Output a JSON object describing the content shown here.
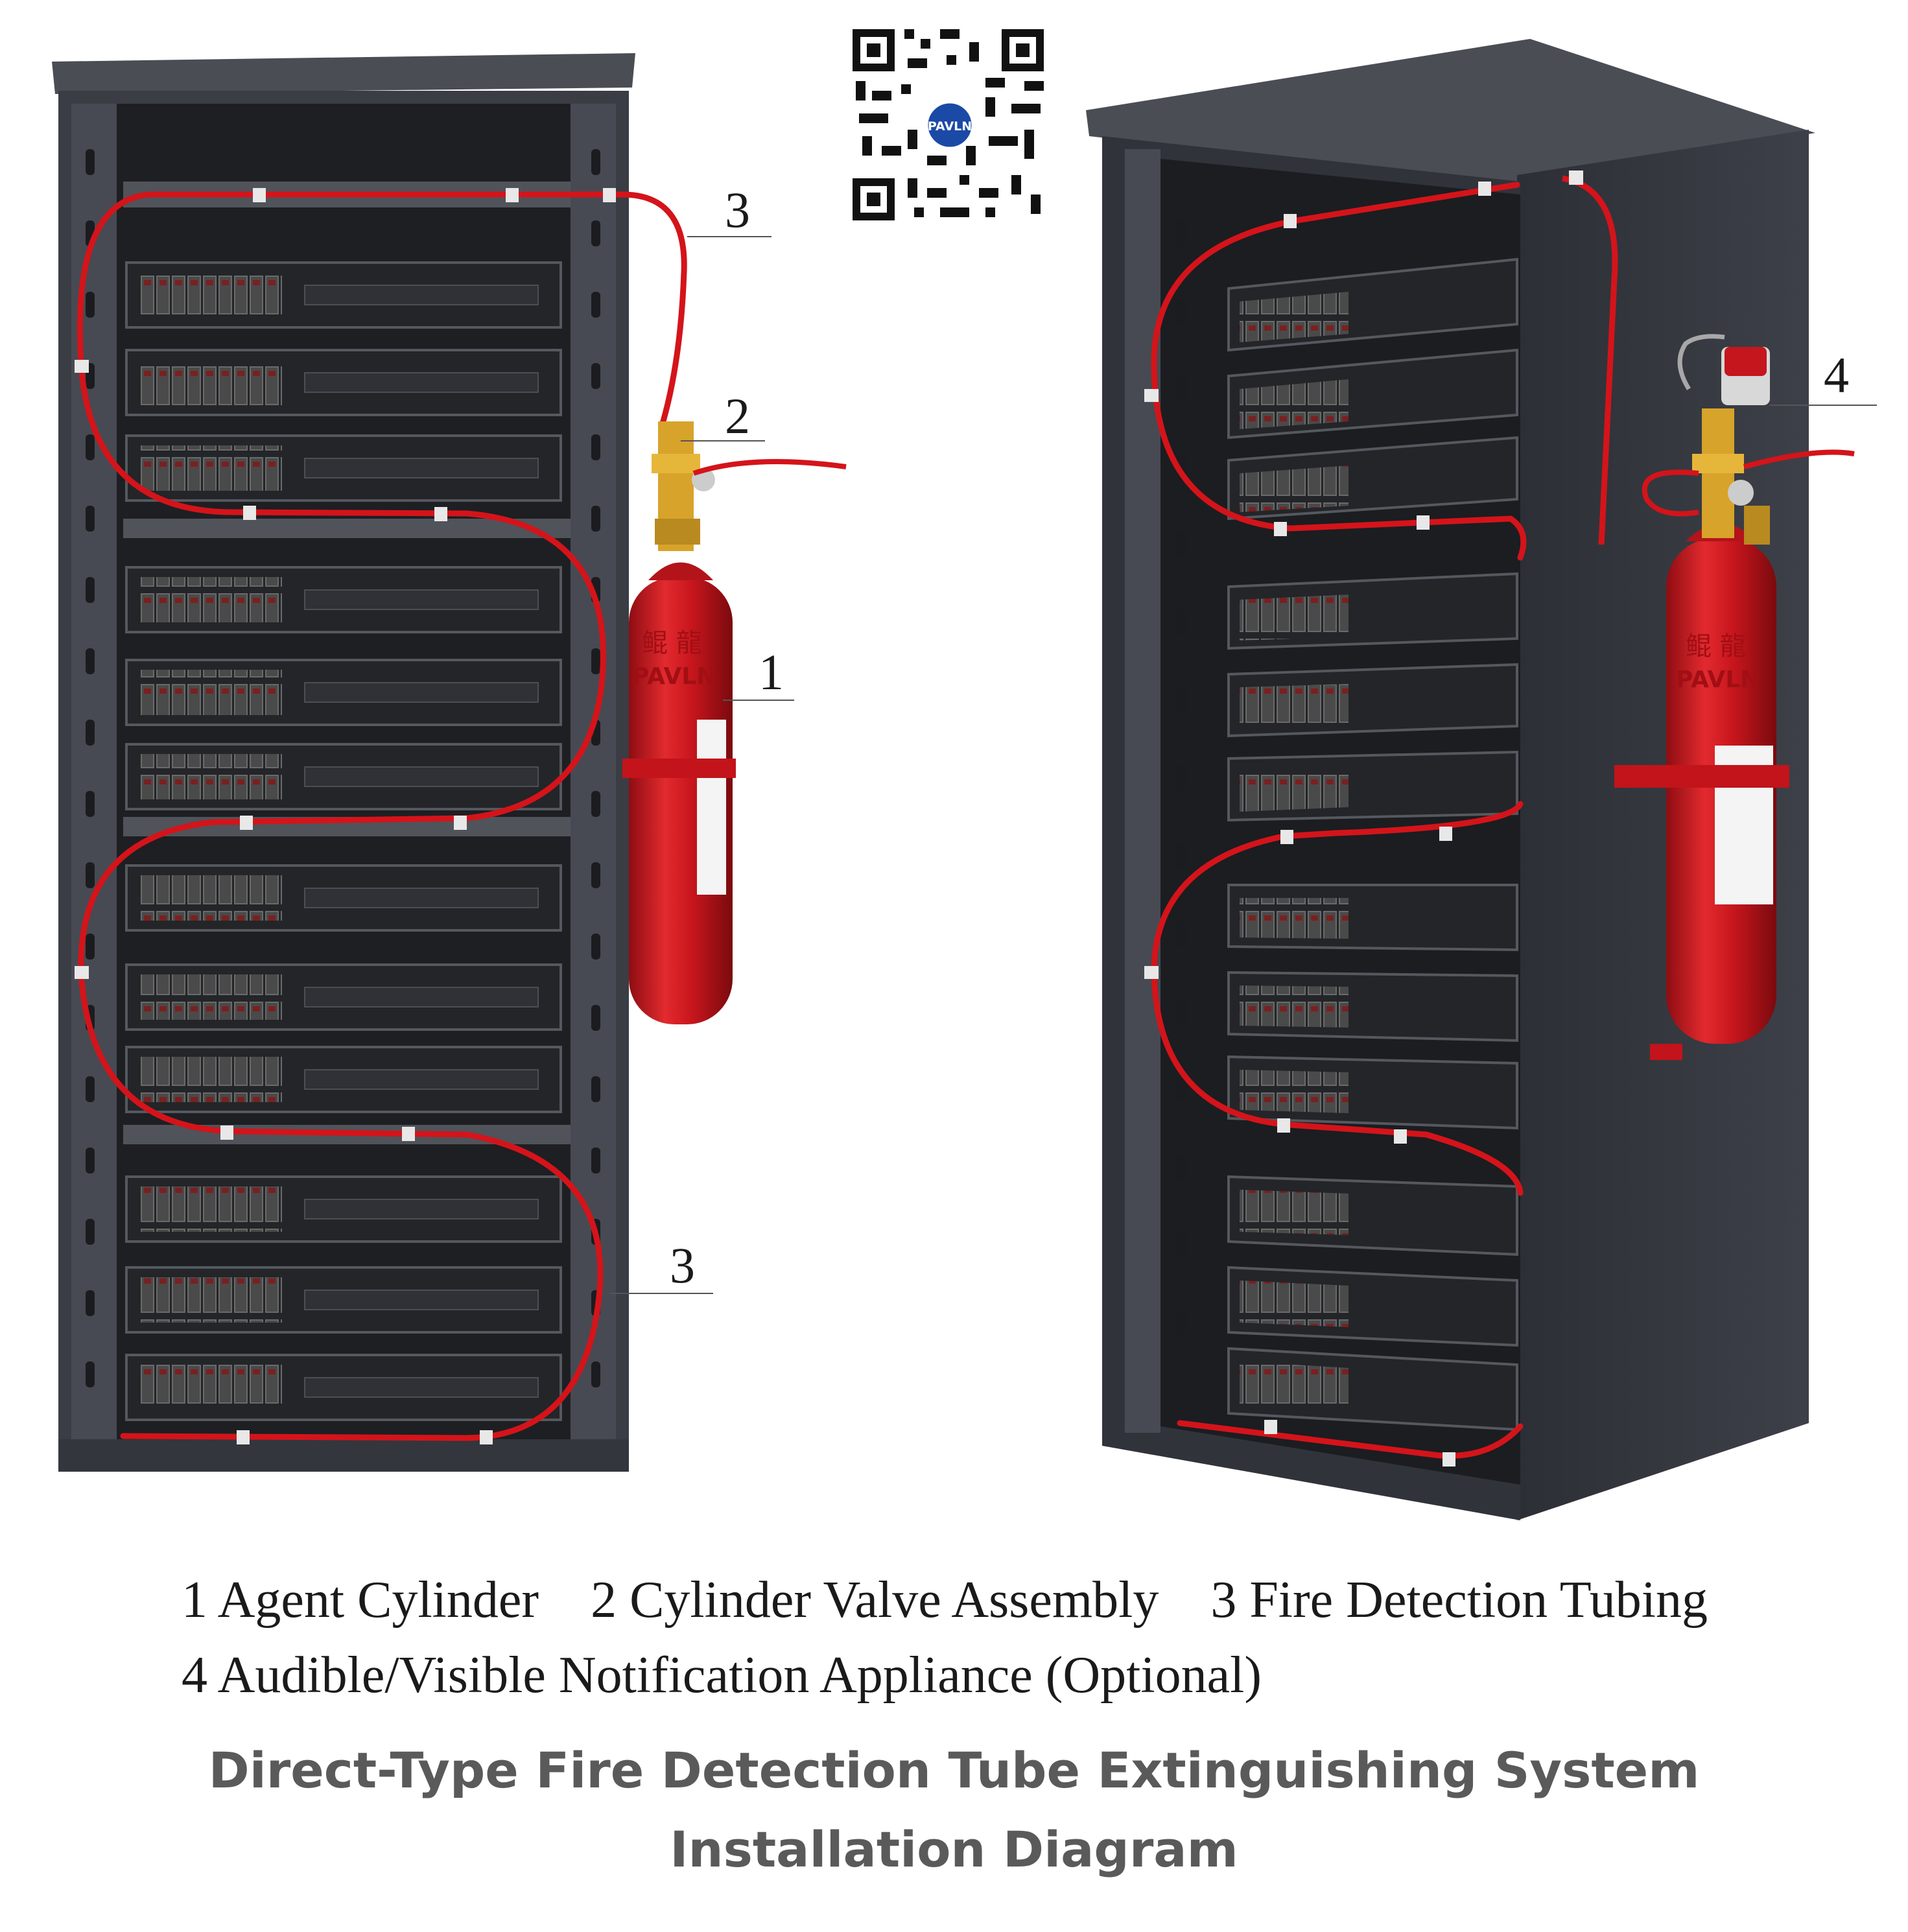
{
  "qr": {
    "logo_text": "PAVLN"
  },
  "cylinder": {
    "brand_cn": "鲲 龍",
    "brand_en": "PAVLN"
  },
  "callouts": {
    "n1": "1",
    "n2": "2",
    "n3_top": "3",
    "n3_bottom": "3",
    "n4": "4"
  },
  "legend": {
    "item1": "1 Agent Cylinder",
    "item2": "2 Cylinder Valve Assembly",
    "item3": "3 Fire Detection Tubing",
    "item4": "4 Audible/Visible Notification Appliance (Optional)"
  },
  "title": {
    "line1": "Direct-Type Fire Detection Tube Extinguishing System",
    "line2": "Installation Diagram"
  },
  "colors": {
    "cabinet": "#3a3d44",
    "tube": "#d4141a",
    "cylinder": "#c8161d",
    "title": "#5a5a5a"
  }
}
